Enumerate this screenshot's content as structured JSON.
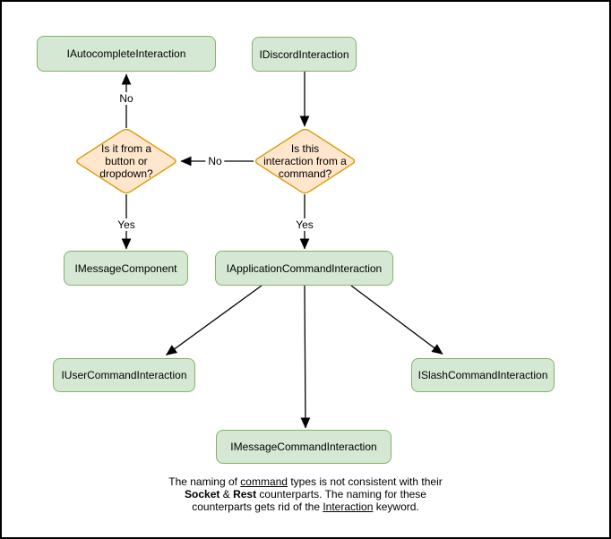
{
  "colors": {
    "background": "#ffffff",
    "frame_border": "#000000",
    "node_fill": "#d5e8d4",
    "node_border": "#82b366",
    "decision_fill": "#ffe6cc",
    "decision_border": "#d79b00",
    "edge": "#000000",
    "text": "#000000"
  },
  "nodes": {
    "autocomplete": {
      "label": "IAutocompleteInteraction"
    },
    "discord": {
      "label": "IDiscordInteraction"
    },
    "message_component": {
      "label": "IMessageComponent"
    },
    "application_command": {
      "label": "IApplicationCommandInteraction"
    },
    "user_command": {
      "label": "IUserCommandInteraction"
    },
    "slash_command": {
      "label": "ISlashCommandInteraction"
    },
    "message_command": {
      "label": "IMessageCommandInteraction"
    }
  },
  "decisions": {
    "button_dropdown": {
      "lines": [
        "Is it from a",
        "button or",
        "dropdown?"
      ]
    },
    "from_command": {
      "lines": [
        "Is this",
        "interaction from a",
        "command?"
      ]
    }
  },
  "edge_labels": {
    "no_to_autocomplete": "No",
    "no_to_button_dropdown": "No",
    "yes_to_message_component": "Yes",
    "yes_to_application_command": "Yes"
  },
  "caption": {
    "line1": [
      "The naming of ",
      "command",
      " types is not consistent with their"
    ],
    "line2": [
      "Socket",
      " & ",
      "Rest",
      " counterparts. The naming for these"
    ],
    "line3": [
      "counterparts gets rid of the ",
      "Interaction",
      " keyword."
    ]
  }
}
